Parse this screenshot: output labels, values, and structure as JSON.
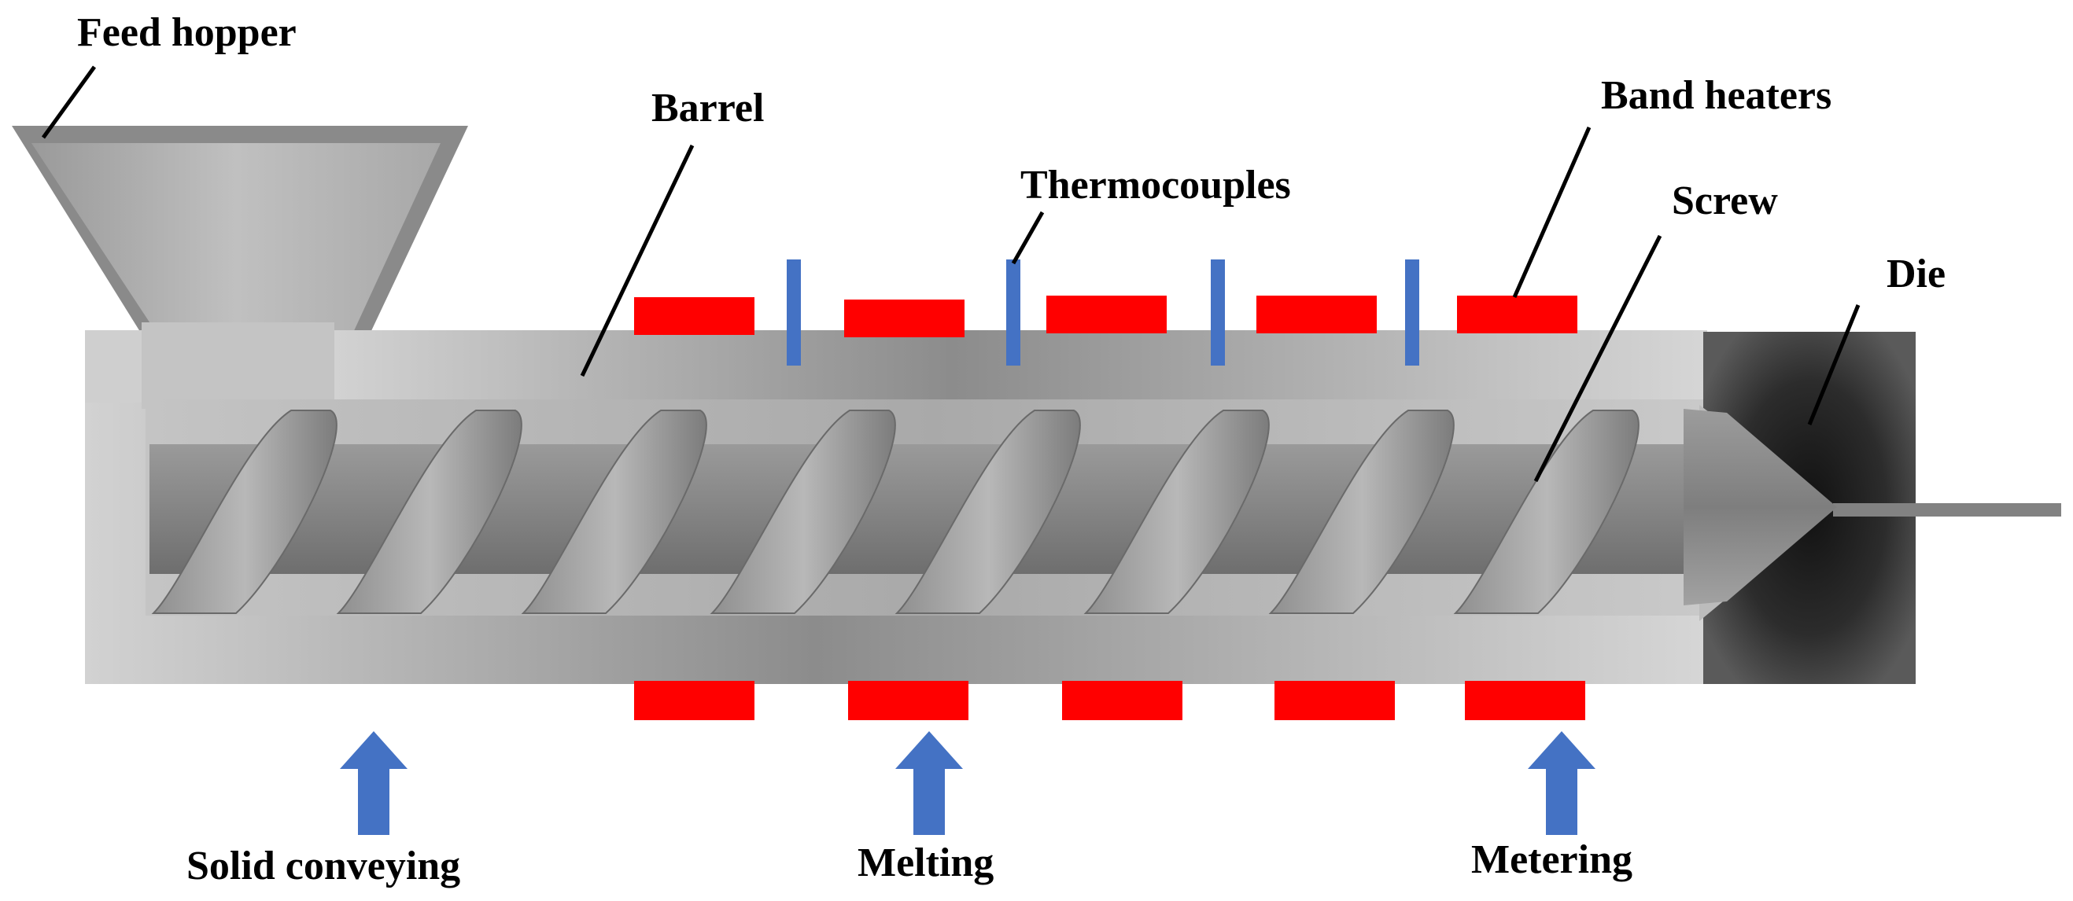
{
  "labels": {
    "feed_hopper": "Feed hopper",
    "barrel": "Barrel",
    "thermocouples": "Thermocouples",
    "band_heaters": "Band heaters",
    "screw": "Screw",
    "die": "Die",
    "solid_conveying": "Solid conveying",
    "melting": "Melting",
    "metering": "Metering"
  },
  "colors": {
    "heater": "#ff0000",
    "thermocouple": "#4472c4",
    "arrow": "#4472c4",
    "die": "#333333",
    "barrel": "#b4b4b4",
    "screw": "#8a8a8a",
    "leader": "#000000"
  }
}
